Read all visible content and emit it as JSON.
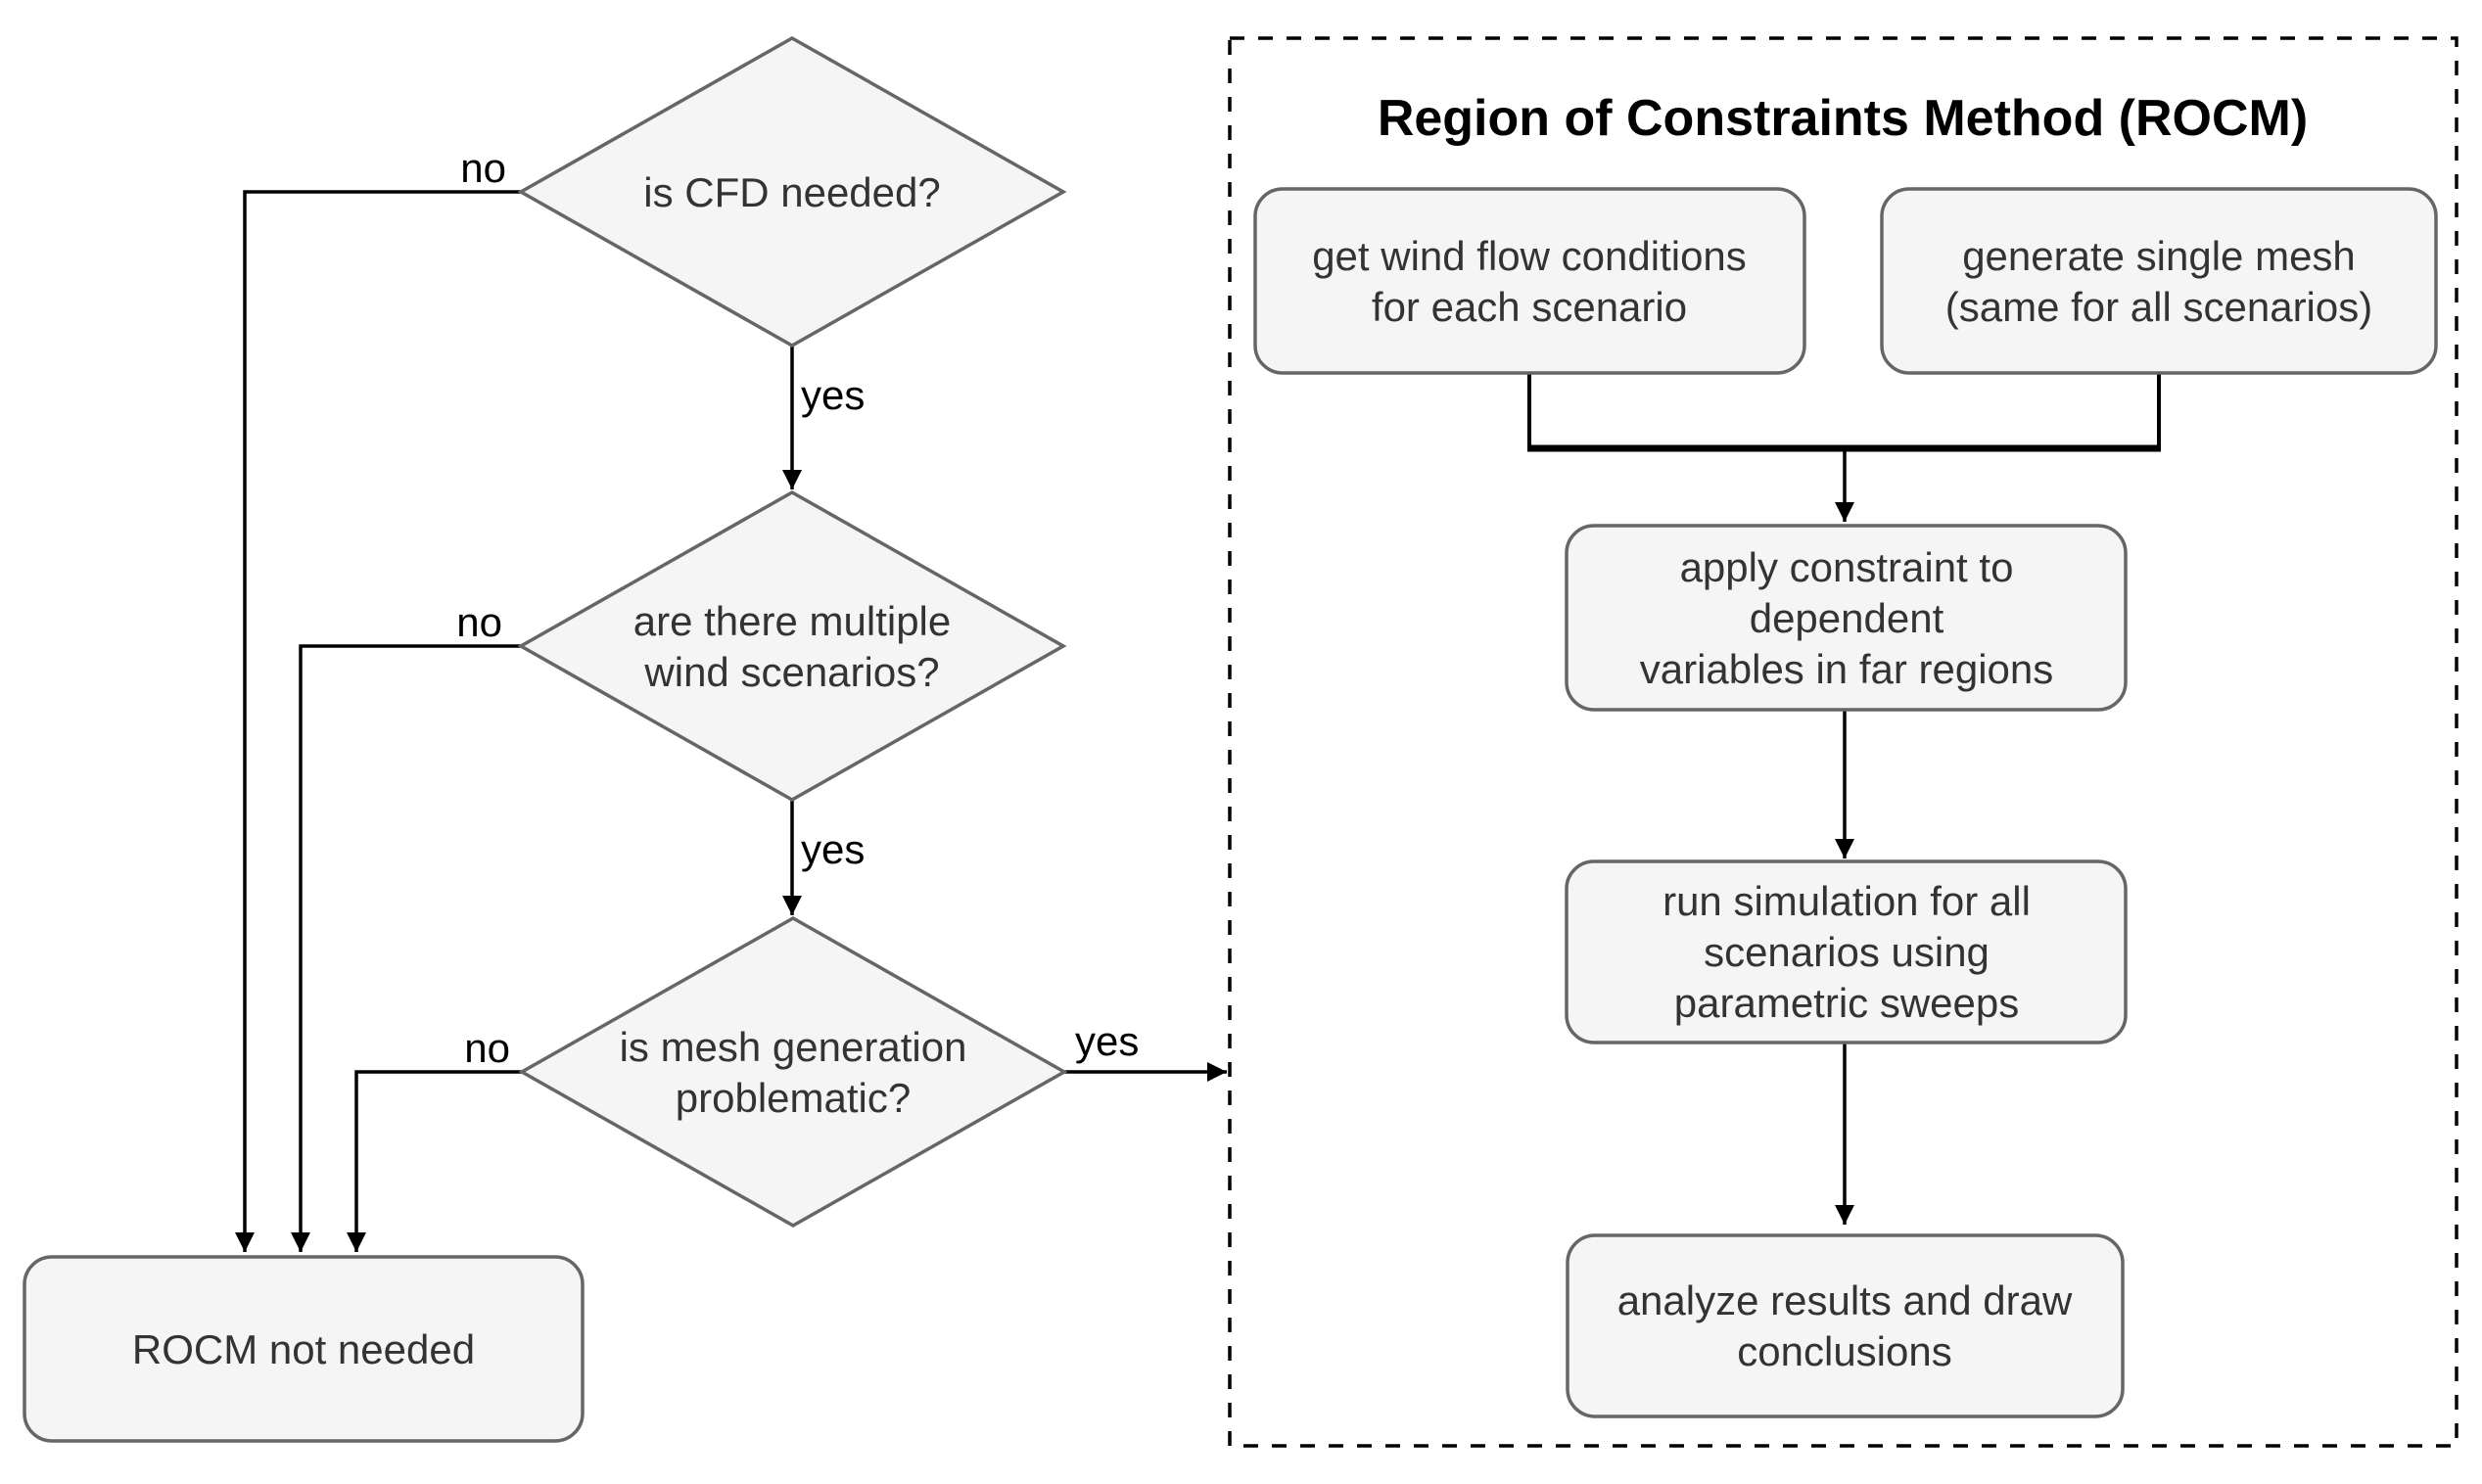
{
  "diagram": {
    "colors": {
      "node_fill": "#f5f5f5",
      "node_stroke": "#666666",
      "node_text": "#333333",
      "edge": "#000000",
      "background": "#ffffff"
    },
    "decisions": [
      {
        "id": "is-cfd-needed",
        "lines": [
          "is CFD needed?"
        ],
        "no_label": "no",
        "yes_label": "yes"
      },
      {
        "id": "multiple-wind-scenarios",
        "lines": [
          "are there multiple",
          "wind scenarios?"
        ],
        "no_label": "no",
        "yes_label": "yes"
      },
      {
        "id": "mesh-generation-problematic",
        "lines": [
          "is mesh generation",
          "problematic?"
        ],
        "no_label": "no",
        "yes_label": "yes"
      }
    ],
    "terminal": {
      "label": "ROCM not needed"
    },
    "rocm": {
      "title": "Region of Constraints Method (ROCM)",
      "steps": [
        {
          "id": "get-wind-flow-conditions",
          "lines": [
            "get wind flow conditions",
            "for each scenario"
          ]
        },
        {
          "id": "generate-single-mesh",
          "lines": [
            "generate single mesh",
            "(same for all scenarios)"
          ]
        },
        {
          "id": "apply-constraint",
          "lines": [
            "apply constraint to",
            "dependent",
            "variables in far regions"
          ]
        },
        {
          "id": "run-simulation",
          "lines": [
            "run simulation for all",
            "scenarios using",
            "parametric sweeps"
          ]
        },
        {
          "id": "analyze-results",
          "lines": [
            "analyze results and draw",
            "conclusions"
          ]
        }
      ]
    }
  }
}
